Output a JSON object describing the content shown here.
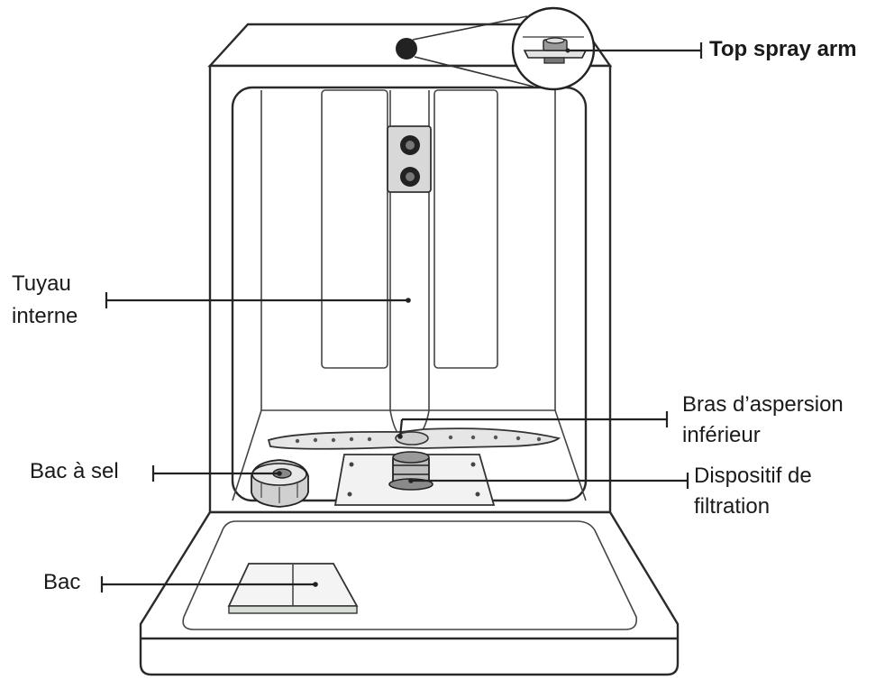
{
  "labels": {
    "top_spray_arm": "Top spray arm",
    "inner_pipe_line1": "Tuyau",
    "inner_pipe_line2": "interne",
    "lower_spray_arm_line1": "Bras d’aspersion",
    "lower_spray_arm_line2": "inférieur",
    "salt_container": "Bac à sel",
    "filter_line1": "Dispositif de",
    "filter_line2": "filtration",
    "dispenser": "Bac"
  }
}
